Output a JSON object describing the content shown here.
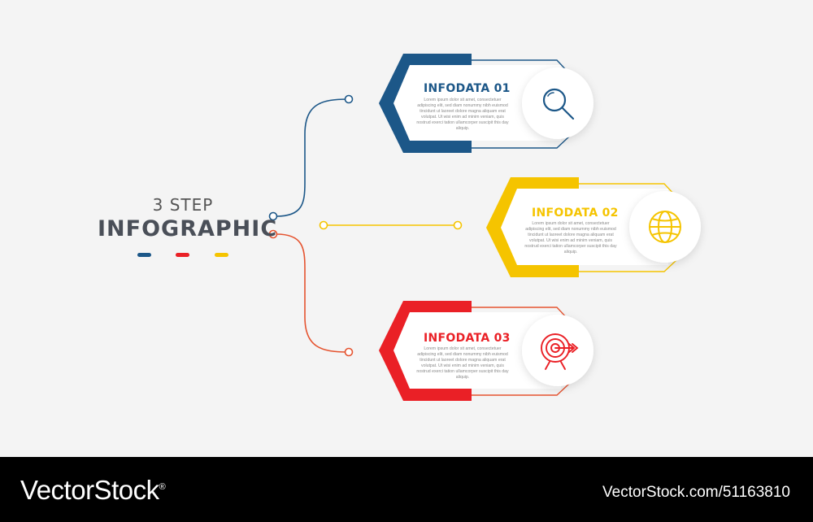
{
  "header": {
    "subtitle": "3 STEP",
    "title": "INFOGRAPHIC"
  },
  "colors": {
    "blue": "#1c5788",
    "yellow": "#f5c400",
    "red": "#ea2026",
    "connector_red": "#e5532f",
    "text_dark": "#4a4f58",
    "background": "#f4f4f4"
  },
  "steps": [
    {
      "title": "INFODATA 01",
      "text": "Lorem ipsum dolor sit amet, consectetuer adipiscing elit, sed diam nonummy nibh euismod tincidunt ut laoreet dolore magna aliquam erat volutpat. Ut wisi enim ad minim veniam, quis nostrud exerci tation ullamcorper suscipit this day aliquip.",
      "icon": "magnifier-icon"
    },
    {
      "title": "INFODATA 02",
      "text": "Lorem ipsum dolor sit amet, consectetuer adipiscing elit, sed diam nonummy nibh euismod tincidunt ut laoreet dolore magna aliquam erat volutpat. Ut wisi enim ad minim veniam, quis nostrud exerci tation ullamcorper suscipit this day aliquip.",
      "icon": "globe-icon"
    },
    {
      "title": "INFODATA 03",
      "text": "Lorem ipsum dolor sit amet, consectetuer adipiscing elit, sed diam nonummy nibh euismod tincidunt ut laoreet dolore magna aliquam erat volutpat. Ut wisi enim ad minim veniam, quis nostrud exerci tation ullamcorper suscipit this day aliquip.",
      "icon": "target-icon"
    }
  ],
  "watermark": {
    "brand": "VectorStock",
    "reg": "®",
    "url": "VectorStock.com/51163810"
  }
}
